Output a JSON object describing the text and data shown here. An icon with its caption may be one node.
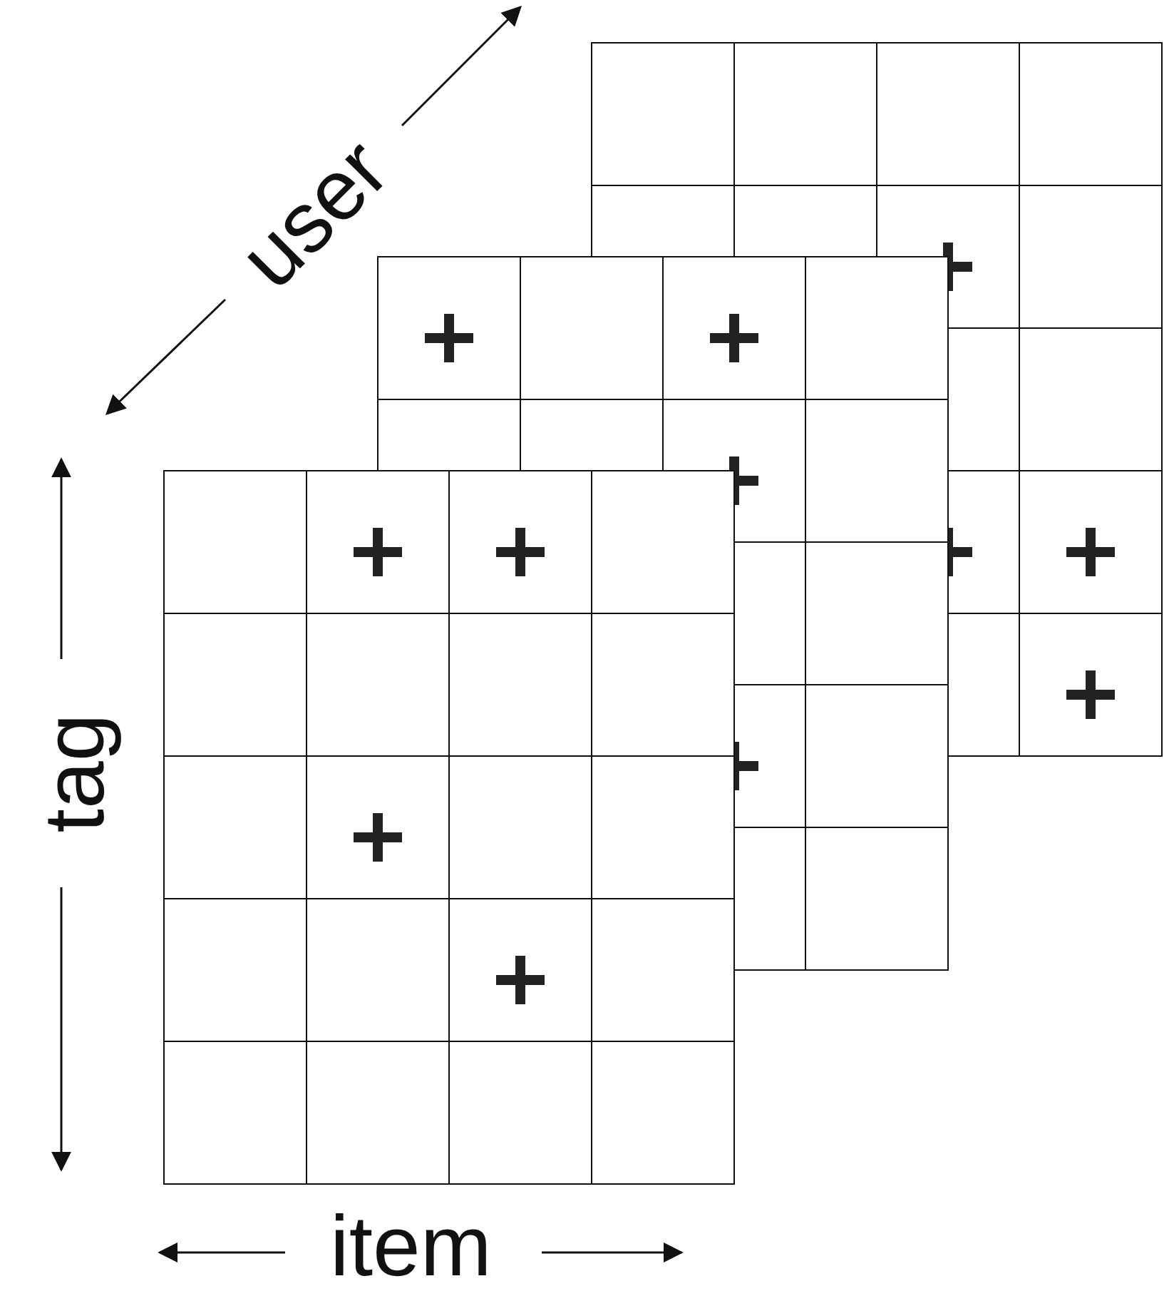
{
  "diagram": {
    "labels": [
      "user",
      "tag",
      "item"
    ]
  }
}
